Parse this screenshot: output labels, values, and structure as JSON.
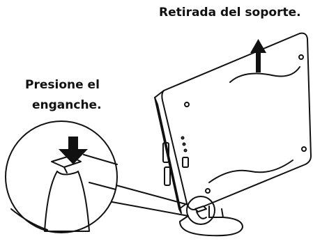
{
  "captions": {
    "remove_stand": "Retirada del soporte.",
    "press_hook_line1": "Presione el",
    "press_hook_line2": "enganche."
  },
  "colors": {
    "ink": "#111111",
    "paper": "#ffffff",
    "shade": "#cfcfcf"
  }
}
